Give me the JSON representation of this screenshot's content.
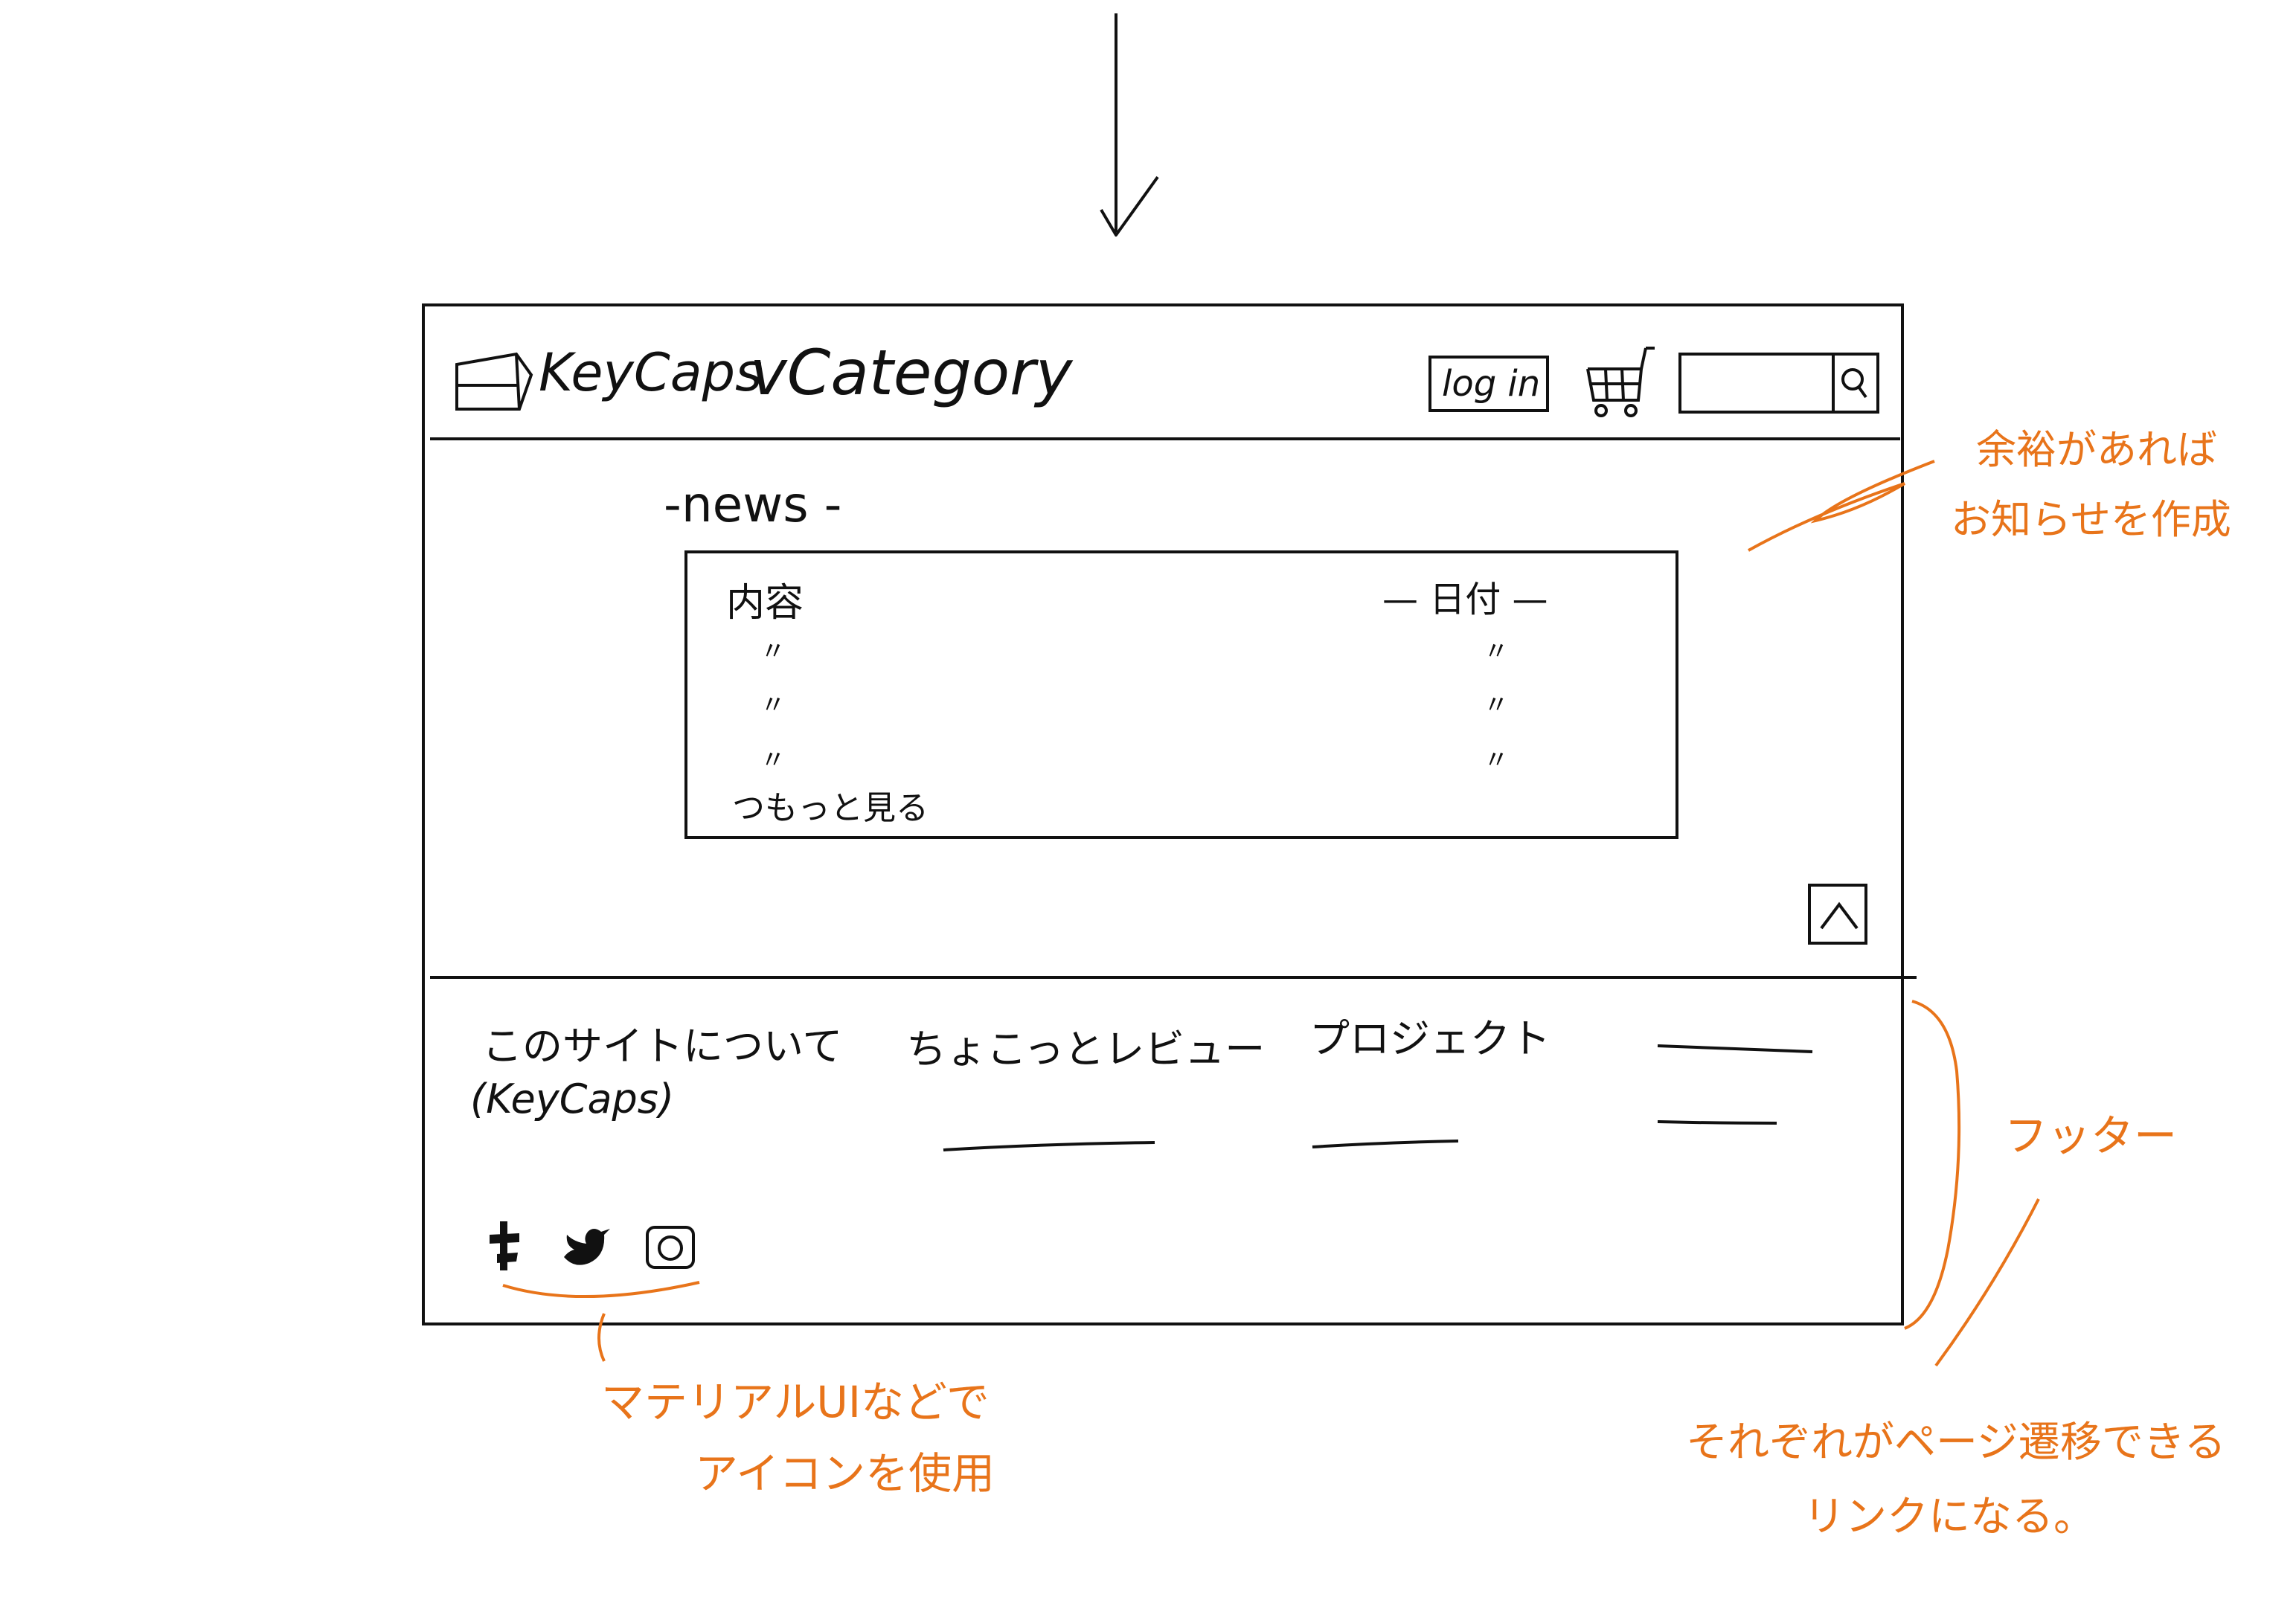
{
  "header": {
    "logo_text": "KeyCaps",
    "category_label": "vCategory",
    "login_label": "log in"
  },
  "news": {
    "heading": "-news -",
    "column_content": "内容",
    "column_date": "— 日付 —",
    "rows": [
      {
        "content": "〃",
        "date": "〃"
      },
      {
        "content": "〃",
        "date": "〃"
      },
      {
        "content": "〃",
        "date": "〃"
      }
    ],
    "more_link": "つもっと見る"
  },
  "footer": {
    "links": [
      {
        "label": "このサイトについて",
        "sub": "(KeyCaps)"
      },
      {
        "label": "ちょこっとレビュー",
        "sub": ""
      },
      {
        "label": "プロジェクト",
        "sub": ""
      }
    ]
  },
  "annotations": {
    "news_note_line1": "余裕があれば",
    "news_note_line2": "お知らせを作成",
    "footer_note": "フッター",
    "icons_note_line1": "マテリアルUIなどで",
    "icons_note_line2": "アイコンを使用",
    "links_note_line1": "それぞれがページ遷移できる",
    "links_note_line2": "リンクになる。"
  },
  "colors": {
    "ink": "#111111",
    "annotation": "#e8741a"
  }
}
